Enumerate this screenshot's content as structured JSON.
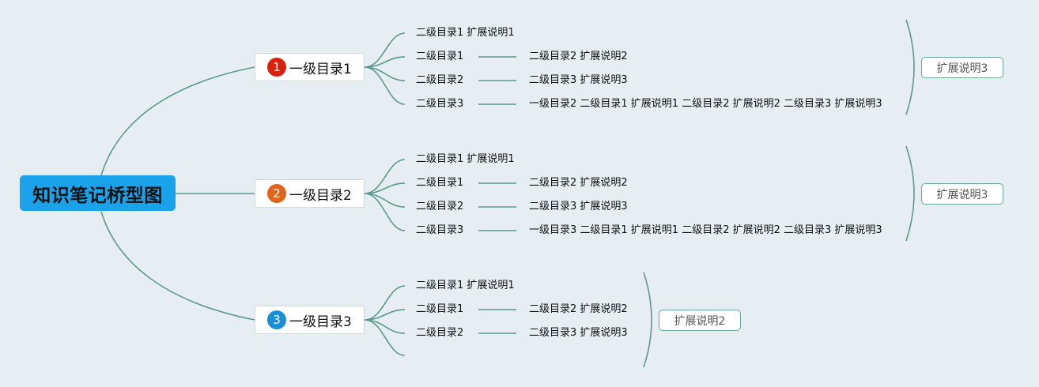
{
  "root": {
    "label": "知识笔记桥型图"
  },
  "branches": [
    {
      "number": "1",
      "label": "一级目录1",
      "color": "#d9210e",
      "children": [
        {
          "label": "二级目录1 扩展说明1",
          "detail": ""
        },
        {
          "label": "二级目录1",
          "detail": "二级目录2 扩展说明2"
        },
        {
          "label": "二级目录2",
          "detail": "二级目录3 扩展说明3"
        },
        {
          "label": "二级目录3",
          "detail": "一级目录2 二级目录1 扩展说明1 二级目录2 扩展说明2 二级目录3 扩展说明3"
        }
      ],
      "note": "扩展说明3"
    },
    {
      "number": "2",
      "label": "一级目录2",
      "color": "#e0641a",
      "children": [
        {
          "label": "二级目录1 扩展说明1",
          "detail": ""
        },
        {
          "label": "二级目录1",
          "detail": "二级目录2 扩展说明2"
        },
        {
          "label": "二级目录2",
          "detail": "二级目录3 扩展说明3"
        },
        {
          "label": "二级目录3",
          "detail": "一级目录3 二级目录1 扩展说明1 二级目录2 扩展说明2 二级目录3 扩展说明3"
        }
      ],
      "note": "扩展说明3"
    },
    {
      "number": "3",
      "label": "一级目录3",
      "color": "#1a8fd6",
      "children": [
        {
          "label": "二级目录1 扩展说明1",
          "detail": ""
        },
        {
          "label": "二级目录1",
          "detail": "二级目录2 扩展说明2"
        },
        {
          "label": "二级目录2",
          "detail": "二级目录3 扩展说明3"
        },
        {
          "label": "",
          "detail": ""
        }
      ],
      "note": "扩展说明2"
    }
  ]
}
